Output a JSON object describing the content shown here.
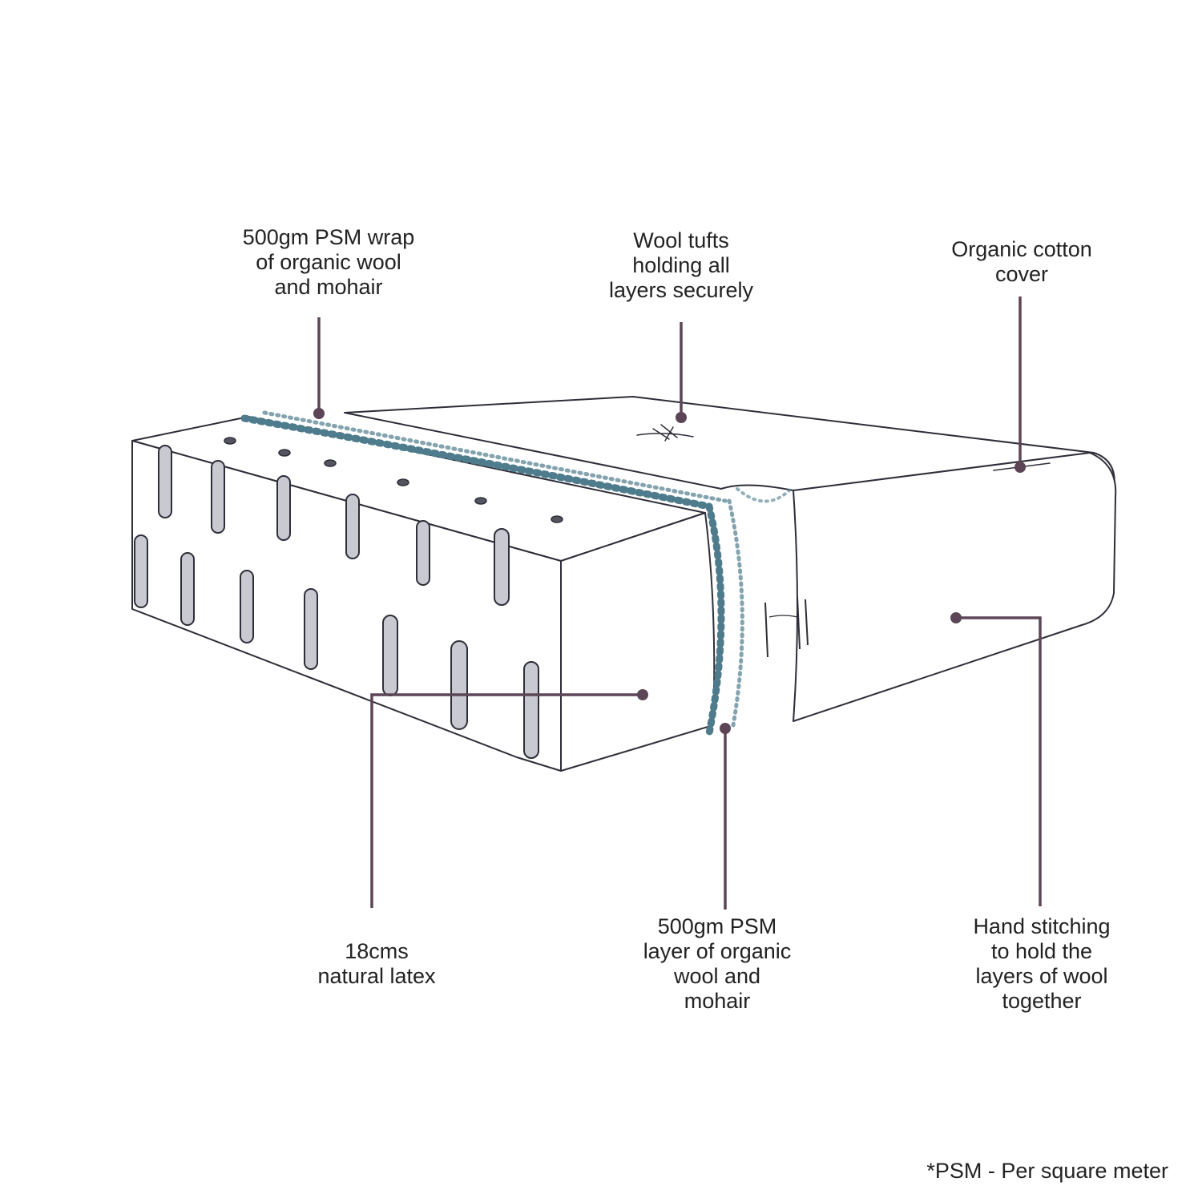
{
  "labels": {
    "wrap": [
      "500gm PSM wrap",
      "of organic wool",
      "and mohair"
    ],
    "tufts": [
      "Wool tufts",
      "holding all",
      "layers securely"
    ],
    "cover": [
      "Organic cotton",
      "cover"
    ],
    "latex": [
      "18cms",
      "natural latex"
    ],
    "layer": [
      "500gm PSM",
      "layer of organic",
      "wool and",
      "mohair"
    ],
    "stitch": [
      "Hand stitching",
      "to hold the",
      "layers of wool",
      "together"
    ]
  },
  "footnote": "*PSM - Per square meter",
  "colors": {
    "leader": "#5b4556",
    "sketch": "#2e2e3a",
    "wool": "#4f7c8c",
    "text": "#222222"
  }
}
